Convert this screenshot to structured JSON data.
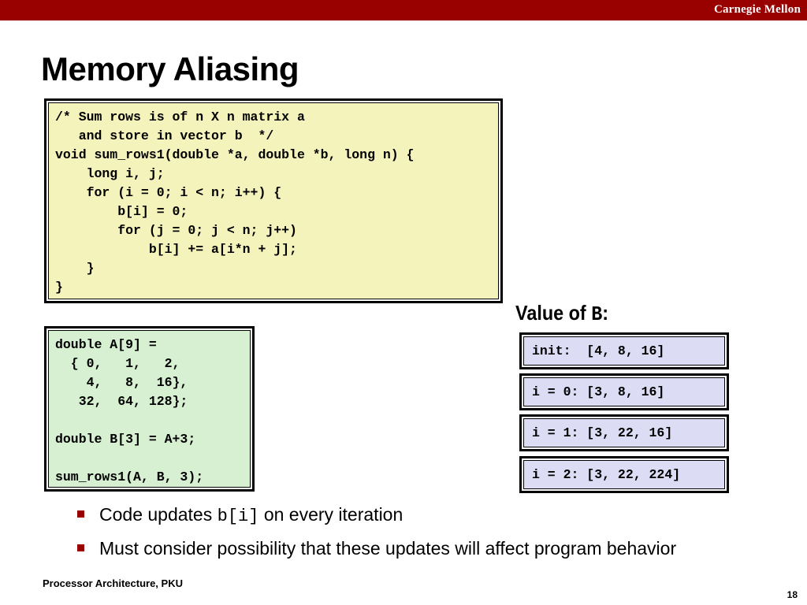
{
  "header": {
    "brand": "Carnegie Mellon",
    "bar_color": "#990000"
  },
  "slide": {
    "title": "Memory Aliasing",
    "page_number": "18",
    "footer": "Processor Architecture, PKU"
  },
  "code_main": {
    "text": "/* Sum rows is of n X n matrix a\n   and store in vector b  */\nvoid sum_rows1(double *a, double *b, long n) {\n    long i, j;\n    for (i = 0; i < n; i++) {\n\tb[i] = 0;\n\tfor (j = 0; j < n; j++)\n\t    b[i] += a[i*n + j];\n    }\n}",
    "background": "#f5f3bc"
  },
  "code_decl": {
    "text": "double A[9] =\n  { 0,   1,   2,\n    4,   8,  16},\n   32,  64, 128};\n\ndouble B[3] = A+3;\n\nsum_rows1(A, B, 3);",
    "background": "#d7f0d2"
  },
  "values_panel": {
    "label_prefix": "Value of ",
    "label_var": "B",
    "label_suffix": ":",
    "background": "#dcdcf5",
    "rows": [
      "init:  [4, 8, 16]",
      "i = 0: [3, 8, 16]",
      "i = 1: [3, 22, 16]",
      "i = 2: [3, 22, 224]"
    ]
  },
  "bullets": [
    {
      "before": "Code updates ",
      "code": "b[i]",
      "after": " on every iteration"
    },
    {
      "before": "Must consider possibility that these updates will affect program behavior",
      "code": "",
      "after": ""
    }
  ]
}
